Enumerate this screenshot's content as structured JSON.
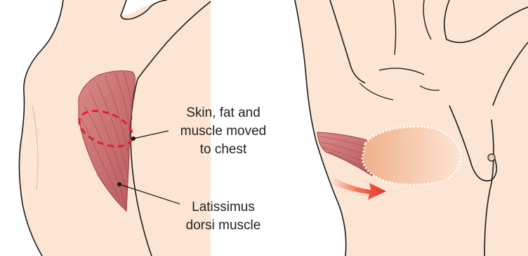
{
  "colors": {
    "skin": "#fde5d3",
    "outline": "#1a1a1a",
    "muscle": "#c8666a",
    "muscle_stripe": "#a84a50",
    "dashed_flap": "#e02030",
    "arrow": "#e8302a",
    "graft": "#f6c6a6"
  },
  "labels": {
    "flap_line1": "Skin, fat and",
    "flap_line2": "muscle moved",
    "flap_line3": "to chest",
    "muscle_line1": "Latissimus",
    "muscle_line2": "dorsi muscle"
  }
}
